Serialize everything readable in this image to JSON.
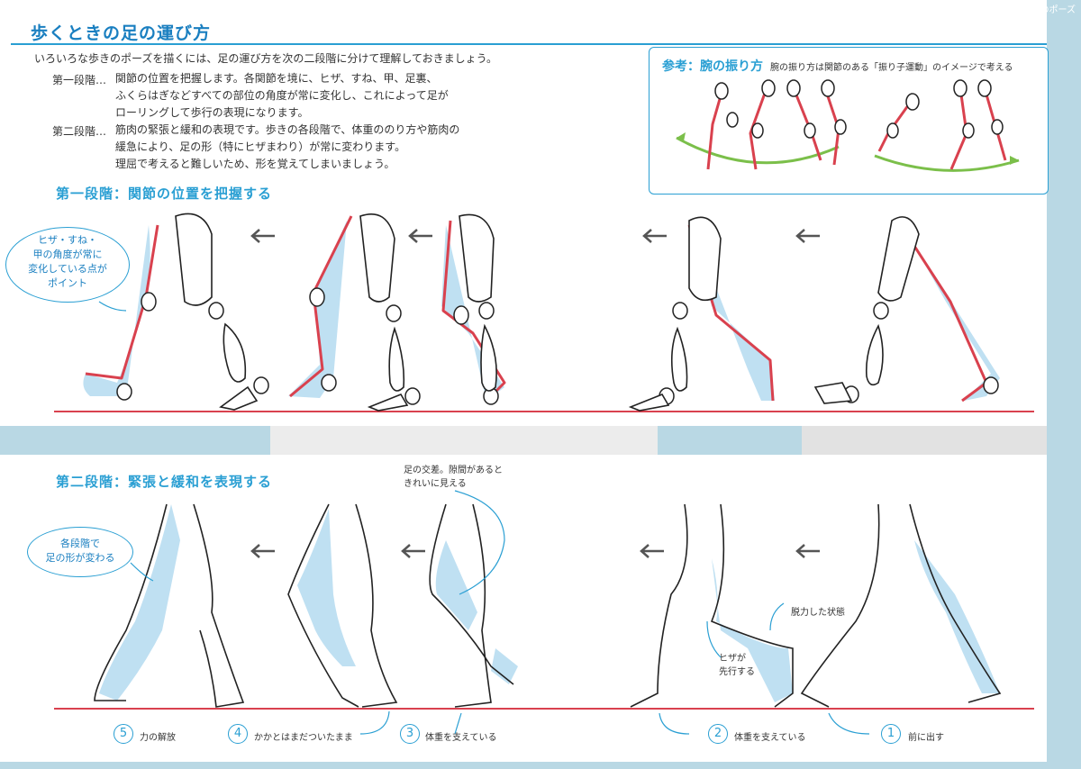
{
  "header": {
    "corner_label": "「歩き」のポーズ",
    "title": "歩くときの足の運び方"
  },
  "intro": {
    "lead": "いろいろな歩きのポーズを描くには、足の運び方を次の二段階に分けて理解しておきましょう。",
    "step1_label": "第一段階…",
    "step1_lines": [
      "関節の位置を把握します。各関節を境に、ヒザ、すね、甲、足裏、",
      "ふくらはぎなどすべての部位の角度が常に変化し、これによって足が",
      "ローリングして歩行の表現になります。"
    ],
    "step2_label": "第二段階…",
    "step2_lines": [
      "筋肉の緊張と緩和の表現です。歩きの各段階で、体重ののり方や筋肉の",
      "緩急により、足の形（特にヒザまわり）が常に変わります。",
      "理屈で考えると難しいため、形を覚えてしまいましょう。"
    ]
  },
  "reference": {
    "title": "参考：腕の振り方",
    "description": "腕の振り方は関節のある「振り子運動」のイメージで考える"
  },
  "section1": {
    "heading": "第一段階：関節の位置を把握する",
    "bubble_lines": [
      "ヒザ・すね・",
      "甲の角度が常に",
      "変化している点が",
      "ポイント"
    ]
  },
  "section2": {
    "heading": "第二段階：緊張と緩和を表現する",
    "bubble_lines": [
      "各段階で",
      "足の形が変わる"
    ],
    "annotations": {
      "crossing": [
        "足の交差。隙間があると",
        "きれいに見える"
      ],
      "relaxed": "脱力した状態",
      "knee_first": [
        "ヒザが",
        "先行する"
      ]
    },
    "steps": [
      {
        "number": "5",
        "label": "力の解放"
      },
      {
        "number": "4",
        "label": "かかとはまだついたまま"
      },
      {
        "number": "3",
        "label": "体重を支えている"
      },
      {
        "number": "2",
        "label": "体重を支えている"
      },
      {
        "number": "1",
        "label": "前に出す"
      }
    ]
  },
  "colors": {
    "accent_blue": "#2a9fd3",
    "joint_red": "#d9414e",
    "leg_fill": "#bfe0f2",
    "page_bg": "#b9d8e4"
  }
}
